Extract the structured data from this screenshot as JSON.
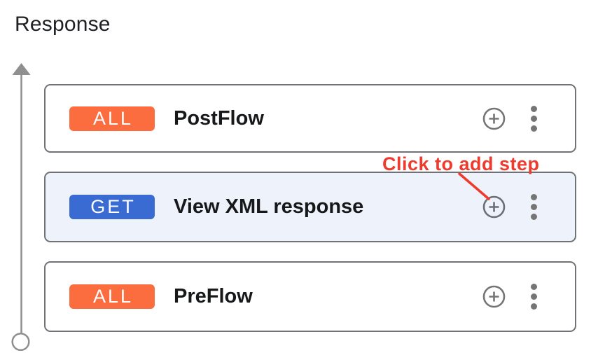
{
  "header": {
    "title": "Response"
  },
  "flow_lane": {
    "arrow_direction": "up",
    "color": "#8f8f8f"
  },
  "cards": [
    {
      "badge": {
        "label": "ALL",
        "color": "#fb6c3f"
      },
      "title": "PostFlow",
      "highlighted": false
    },
    {
      "badge": {
        "label": "GET",
        "color": "#3a6bd3"
      },
      "title": "View XML response",
      "highlighted": true
    },
    {
      "badge": {
        "label": "ALL",
        "color": "#fb6c3f"
      },
      "title": "PreFlow",
      "highlighted": false
    }
  ],
  "annotation": {
    "label": "Click to add step",
    "color": "#ef3b2d"
  },
  "icons": {
    "add_step": "plus-circle-icon",
    "more_options": "kebab-menu-icon"
  },
  "colors": {
    "card_border": "#6f7276",
    "card_highlight_bg": "#edf2fb",
    "icon_gray": "#757575",
    "text": "#202124"
  }
}
